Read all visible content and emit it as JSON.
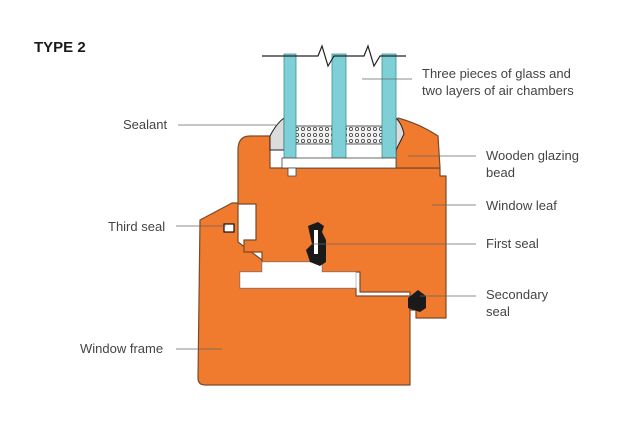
{
  "title": "TYPE 2",
  "labels": {
    "glass_line1": "Three pieces of glass and",
    "glass_line2": "two layers of air chambers",
    "sealant": "Sealant",
    "glazing_bead_line1": "Wooden glazing",
    "glazing_bead_line2": "bead",
    "window_leaf": "Window leaf",
    "third_seal": "Third seal",
    "first_seal": "First seal",
    "secondary_seal_line1": "Secondary",
    "secondary_seal_line2": "seal",
    "window_frame": "Window frame"
  },
  "colors": {
    "wood": "#f07a2e",
    "glass": "#7fd0d6",
    "seal": "#1a1a1a",
    "spacer": "#e8e8e8",
    "background": "#ffffff"
  }
}
